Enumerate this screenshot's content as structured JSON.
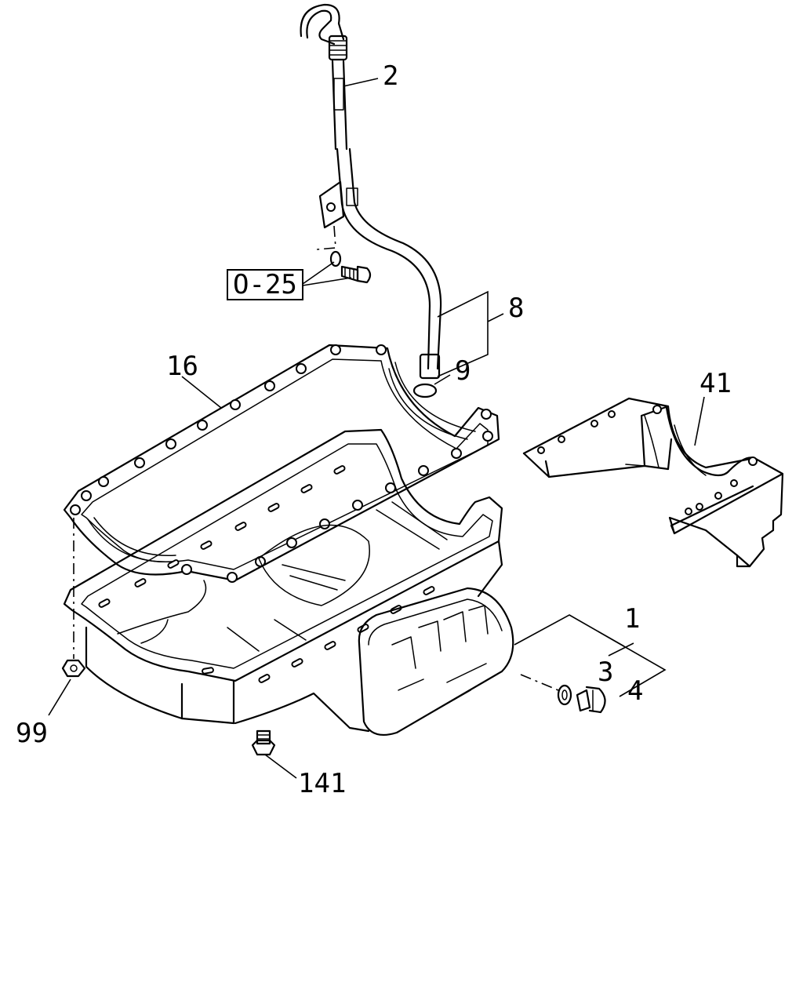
{
  "callouts": {
    "c1": "1",
    "c2": "2",
    "c3": "3",
    "c4": "4",
    "c8": "8",
    "c9": "9",
    "c16": "16",
    "c41": "41",
    "c99": "99",
    "c141": "141"
  },
  "reference_box": "O-25"
}
